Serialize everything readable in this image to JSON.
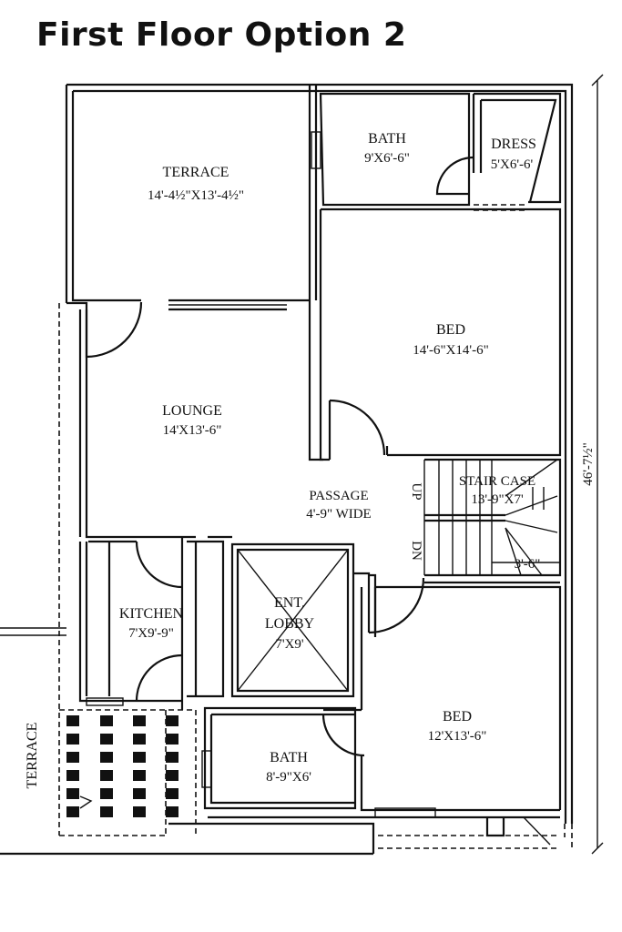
{
  "title": "First Floor Option 2",
  "rooms": {
    "terrace_top": {
      "name": "TERRACE",
      "size": "14'-4½\"X13'-4½\""
    },
    "bath_top": {
      "name": "BATH",
      "size": "9'X6'-6\""
    },
    "dress": {
      "name": "DRESS",
      "size": "5'X6'-6'"
    },
    "bed_top": {
      "name": "BED",
      "size": "14'-6\"X14'-6\""
    },
    "lounge": {
      "name": "LOUNGE",
      "size": "14'X13'-6\""
    },
    "passage": {
      "name": "PASSAGE",
      "size": "4'-9\" WIDE"
    },
    "staircase": {
      "name": "STAIR CASE",
      "size": "13'-9\"X7'",
      "up": "UP",
      "down": "DN",
      "width": "3'-6\""
    },
    "kitchen": {
      "name": "KITCHEN",
      "size": "7'X9'-9\""
    },
    "lobby": {
      "name": "ENT.",
      "name2": "LOBBY",
      "size": "7'X9'"
    },
    "bed_bottom": {
      "name": "BED",
      "size": "12'X13'-6\""
    },
    "bath_bottom": {
      "name": "BATH",
      "size": "8'-9\"X6'"
    },
    "terrace_side": {
      "name": "TERRACE"
    }
  },
  "dimensions": {
    "overall_depth": "46'-7½\""
  }
}
